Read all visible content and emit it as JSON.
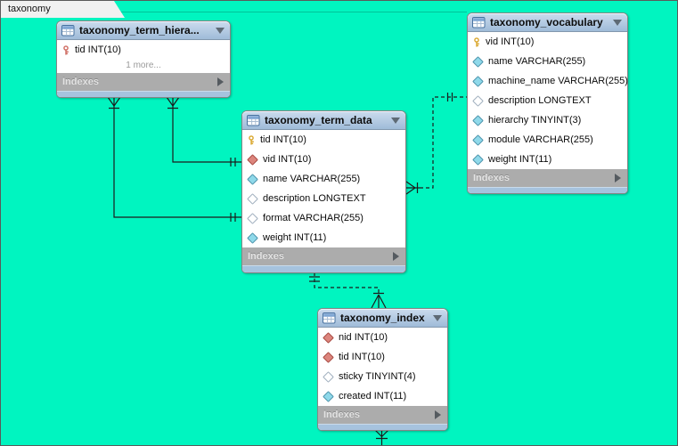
{
  "app": {
    "tab_label": "taxonomy"
  },
  "colors": {
    "canvas_background": "#00F5C0",
    "table_header": "#AFC8E2",
    "indexes_bar": "#ACACAC",
    "footer_strip": "#A6C3DE",
    "relationship_line": "#1C1C1C",
    "primary_key_icon": "#D9A62B",
    "foreign_key_icon": "#CE685E",
    "fk_column_diamond": "#DC857D",
    "notnull_column_diamond": "#8FD9EA",
    "nullable_column_diamond": "#FFFFFF"
  },
  "tables": [
    {
      "name": "taxonomy_term_hierarchy",
      "title": "taxonomy_term_hiera...",
      "more_label": "1 more...",
      "indexes_label": "Indexes",
      "columns": [
        {
          "icon": "foreign-primary-key-icon",
          "text": "tid INT(10)"
        }
      ]
    },
    {
      "name": "taxonomy_term_data",
      "title": "taxonomy_term_data",
      "indexes_label": "Indexes",
      "columns": [
        {
          "icon": "primary-key-icon",
          "text": "tid INT(10)"
        },
        {
          "icon": "fk-notnull-diamond-icon",
          "text": "vid INT(10)"
        },
        {
          "icon": "notnull-diamond-icon",
          "text": "name VARCHAR(255)"
        },
        {
          "icon": "nullable-diamond-icon",
          "text": "description LONGTEXT"
        },
        {
          "icon": "nullable-diamond-icon",
          "text": "format VARCHAR(255)"
        },
        {
          "icon": "notnull-diamond-icon",
          "text": "weight INT(11)"
        }
      ]
    },
    {
      "name": "taxonomy_vocabulary",
      "title": "taxonomy_vocabulary",
      "indexes_label": "Indexes",
      "columns": [
        {
          "icon": "primary-key-icon",
          "text": "vid INT(10)"
        },
        {
          "icon": "notnull-diamond-icon",
          "text": "name VARCHAR(255)"
        },
        {
          "icon": "notnull-diamond-icon",
          "text": "machine_name VARCHAR(255)"
        },
        {
          "icon": "nullable-diamond-icon",
          "text": "description LONGTEXT"
        },
        {
          "icon": "notnull-diamond-icon",
          "text": "hierarchy TINYINT(3)"
        },
        {
          "icon": "notnull-diamond-icon",
          "text": "module VARCHAR(255)"
        },
        {
          "icon": "notnull-diamond-icon",
          "text": "weight INT(11)"
        }
      ]
    },
    {
      "name": "taxonomy_index",
      "title": "taxonomy_index",
      "indexes_label": "Indexes",
      "columns": [
        {
          "icon": "fk-notnull-diamond-icon",
          "text": "nid INT(10)"
        },
        {
          "icon": "fk-notnull-diamond-icon",
          "text": "tid INT(10)"
        },
        {
          "icon": "nullable-diamond-icon",
          "text": "sticky TINYINT(4)"
        },
        {
          "icon": "notnull-diamond-icon",
          "text": "created INT(11)"
        }
      ]
    }
  ],
  "relationships": [
    {
      "from": "taxonomy_term_hierarchy",
      "to": "taxonomy_term_data",
      "style": "solid",
      "from_end": "many-mandatory",
      "to_end": "one-one"
    },
    {
      "from": "taxonomy_term_hierarchy",
      "to": "taxonomy_term_data",
      "style": "solid",
      "from_end": "many-mandatory",
      "to_end": "one-one"
    },
    {
      "from": "taxonomy_term_data",
      "to": "taxonomy_vocabulary",
      "style": "dashed",
      "from_end": "many-mandatory",
      "to_end": "one-one"
    },
    {
      "from": "taxonomy_index",
      "to": "taxonomy_term_data",
      "style": "dashed",
      "from_end": "many-mandatory",
      "to_end": "one-one"
    },
    {
      "from": "taxonomy_index",
      "to": "off-canvas",
      "style": "solid",
      "from_end": "many-mandatory",
      "to_end": "unknown"
    }
  ]
}
